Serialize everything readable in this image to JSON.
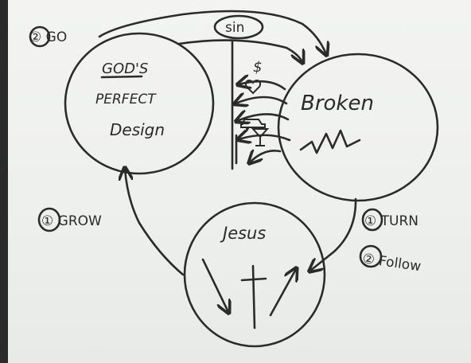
{
  "labels": {
    "go": "② GO",
    "sin": "sin",
    "gods_line1": "GOD'S",
    "gods_line2": "PERFECT",
    "gods_line3": "Design",
    "broken": "Broken",
    "jesus": "Jesus",
    "grow": "① GROW",
    "turn": "① TURN",
    "follow": "② Follow"
  },
  "icons": [
    "dollar-sign-icon",
    "heart-icon",
    "car-icon",
    "cocktail-glass-icon"
  ],
  "colors": {
    "ink": "#2b2b2b",
    "board": "#f1f2f0",
    "frame": "#2a2a2a"
  }
}
